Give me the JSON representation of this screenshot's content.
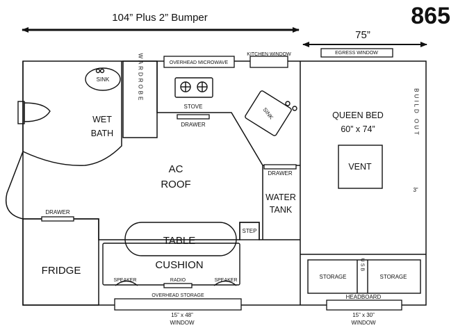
{
  "model_number": "865",
  "dimensions": {
    "length": "104” Plus 2” Bumper",
    "width": "75”"
  },
  "windows": {
    "egress": "EGRESS WINDOW",
    "kitchen": "KITCHEN WINDOW",
    "front_size": "15” x 48”",
    "front_label": "WINDOW",
    "side_size": "15” x 30”",
    "side_label": "WINDOW"
  },
  "labels": {
    "overhead_microwave": "OVERHEAD MICROWAVE",
    "sink_bath": "SINK",
    "wardrobe": "WARDROBE",
    "wet_bath_line1": "WET",
    "wet_bath_line2": "BATH",
    "stove": "STOVE",
    "drawer_stove": "DRAWER",
    "sink_kitchen": "SINK",
    "queen_bed": "QUEEN BED",
    "bed_size": "60” x 74”",
    "build_out": "BUILD OUT",
    "build_out_size": "3”",
    "vent": "VENT",
    "ac_roof_line1": "AC",
    "ac_roof_line2": "ROOF",
    "drawer_tank": "DRAWER",
    "water_tank_line1": "WATER",
    "water_tank_line2": "TANK",
    "drawer_fridge": "DRAWER",
    "step": "STEP",
    "table": "TABLE",
    "cushion": "CUSHION",
    "fridge": "FRIDGE",
    "speaker_left": "SPEAKER",
    "radio": "RADIO",
    "speaker_right": "SPEAKER",
    "overhead_storage": "OVERHEAD STORAGE",
    "storage_left": "STORAGE",
    "usb": "USB",
    "storage_right": "STORAGE",
    "headboard": "HEADBOARD"
  }
}
